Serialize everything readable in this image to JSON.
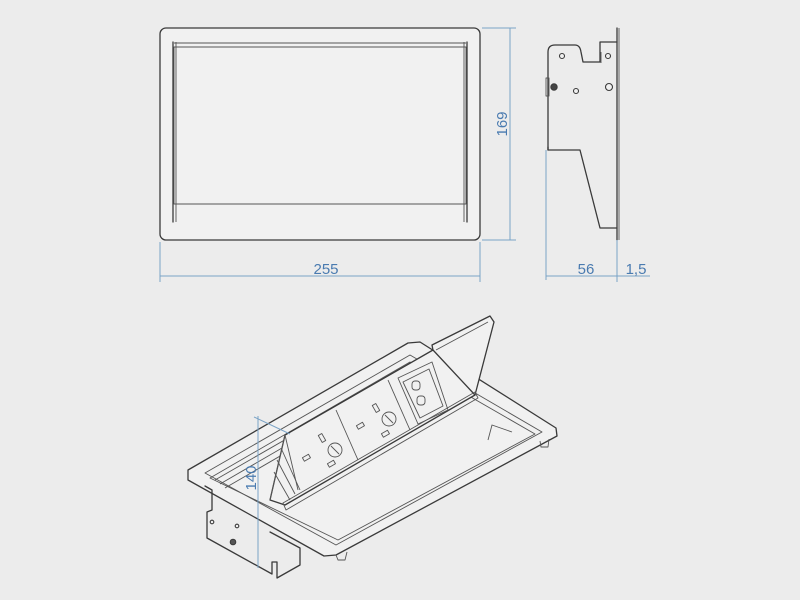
{
  "drawing": {
    "subject": "pop-up desk power socket box",
    "background_color": "#ececec",
    "line_color": "#3a3a3a",
    "dimension_color": "#4a7bb0"
  },
  "top_view": {
    "dimensions": {
      "width_label": "255",
      "height_label": "169"
    }
  },
  "side_view": {
    "dimensions": {
      "depth_label": "56",
      "flange_label": "1,5"
    }
  },
  "isometric_view": {
    "dimensions": {
      "height_label": "140"
    },
    "sockets": [
      {
        "type": "power-socket"
      },
      {
        "type": "power-socket"
      },
      {
        "type": "data-module"
      }
    ]
  }
}
